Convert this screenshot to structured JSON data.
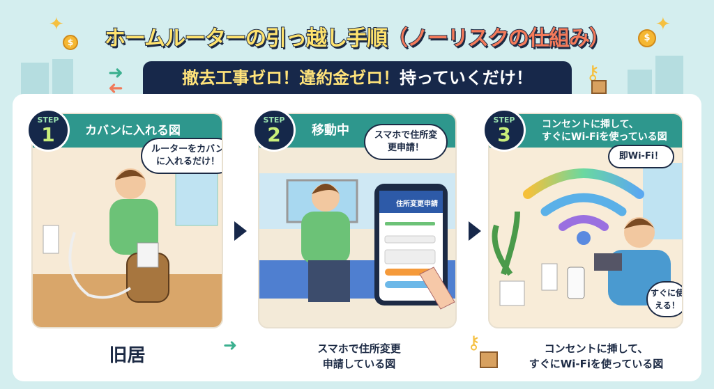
{
  "title": {
    "main": "ホームルーターの引っ越し手順",
    "accent": "（ノーリスクの仕組み）"
  },
  "banner": {
    "highlight": "撤去工事ゼロ！違約金ゼロ！",
    "rest": "持っていくだけ！"
  },
  "steps": [
    {
      "step_label": "STEP",
      "number": "1",
      "header": "カバンに入れる図",
      "bubble": "ルーターをカバンに入れるだけ！",
      "caption": "旧居"
    },
    {
      "step_label": "STEP",
      "number": "2",
      "header": "移動中",
      "bubble": "スマホで住所変更申請！",
      "phone_title": "住所変更申請",
      "caption_line1": "スマホで住所変更",
      "caption_line2": "申請している図"
    },
    {
      "step_label": "STEP",
      "number": "3",
      "header_line1": "コンセントに挿して、",
      "header_line2": "すぐにWi-Fiを使っている図",
      "bubble": "即Wi-Fi！",
      "bubble2": "すぐに使える！",
      "caption_line1": "コンセントに挿して、",
      "caption_line2": "すぐにWi-Fiを使っている図"
    }
  ],
  "colors": {
    "navy": "#17284a",
    "teal": "#2e978d",
    "yellow": "#ffe36e",
    "coral": "#f47a5a",
    "background": "#d4eeef"
  }
}
